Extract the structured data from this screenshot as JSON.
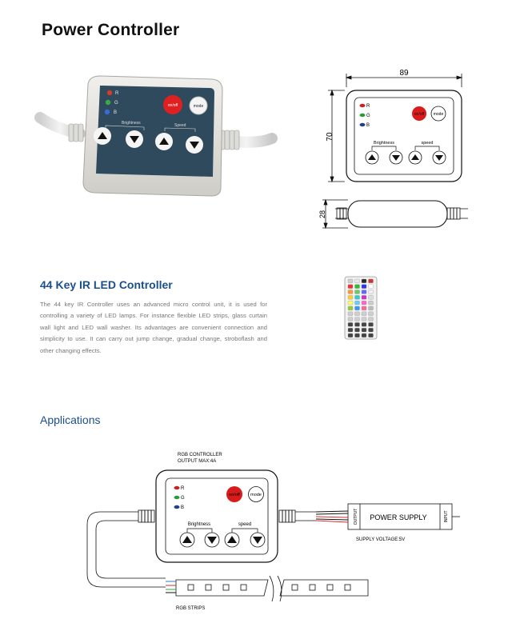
{
  "page": {
    "title": "Power Controller",
    "product_title": "44 Key IR LED Controller",
    "description": "The 44 key IR Controller uses an advanced micro control unit, it is used for controlling a variety of LED lamps. For instance flexible LED strips, glass curtain wall light and LED wall washer. Its advantages are convenient connection and simplicity to use. It can carry out jump change, gradual change, stroboflash and other changing effects.",
    "applications_heading": "Applications"
  },
  "photo": {
    "indicator_labels": [
      "R",
      "G",
      "B"
    ],
    "onoff_label": "on/off",
    "mode_label": "mode",
    "brightness_label": "Brightness",
    "speed_label": "Speed"
  },
  "drawing": {
    "width_dim": "89",
    "height_dim": "70",
    "thickness_dim": "28",
    "indicator_labels": [
      "R",
      "G",
      "B"
    ],
    "onoff_label": "on/off",
    "mode_label": "mode",
    "brightness_label": "Brightness",
    "speed_label": "speed"
  },
  "diagram": {
    "controller_label": "RGB CONTROLLER",
    "output_label": "OUTPUT MAX:4A",
    "indicator_labels": [
      "R",
      "G",
      "B"
    ],
    "onoff_label": "on/off",
    "mode_label": "mode",
    "brightness_label": "Brightness",
    "speed_label": "speed",
    "power_supply_label": "POWER SUPPLY",
    "ps_output_label": "OUTPUT",
    "ps_input_label": "INPUT",
    "supply_voltage_label": "SUPPLY VOLTAGE:5V",
    "strips_label": "RGB STRIPS"
  },
  "colors": {
    "heading_blue": "#1a4f8c",
    "panel": "#2e4a5c",
    "onoff_red": "#e02020"
  }
}
